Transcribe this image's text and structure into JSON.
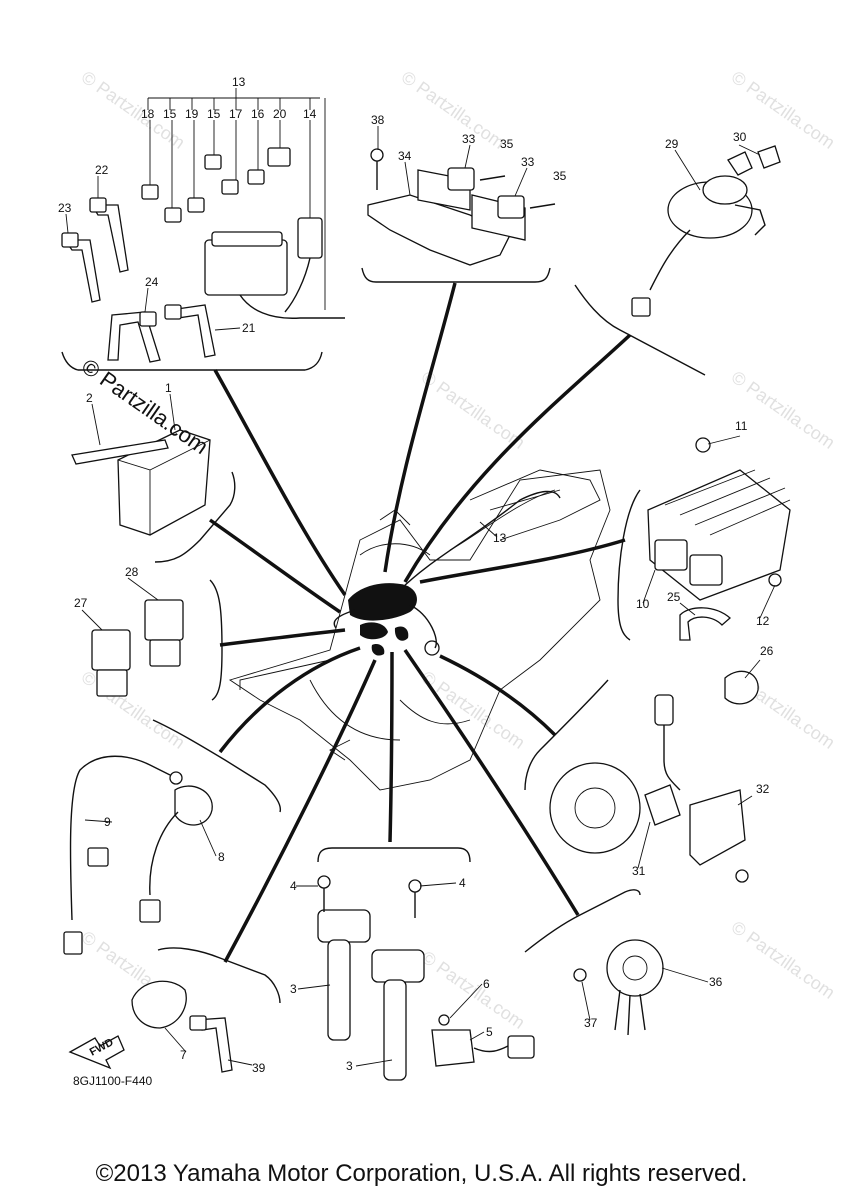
{
  "watermark": {
    "main": "© Partzilla.com",
    "repeat": "© Partzilla.com"
  },
  "diagram_code": "8GJ1100-F440",
  "fwd_label": "FWD",
  "copyright": "©2013 Yamaha Motor Corporation, U.S.A. All rights reserved.",
  "callouts": {
    "c1": "1",
    "c2": "2",
    "c3a": "3",
    "c3b": "3",
    "c4a": "4",
    "c4b": "4",
    "c5": "5",
    "c6": "6",
    "c7": "7",
    "c8": "8",
    "c9": "9",
    "c10": "10",
    "c11": "11",
    "c12": "12",
    "c13top": "13",
    "c13mid": "13",
    "c14": "14",
    "c15a": "15",
    "c15b": "15",
    "c16": "16",
    "c17": "17",
    "c18": "18",
    "c19": "19",
    "c20": "20",
    "c21": "21",
    "c22": "22",
    "c23": "23",
    "c24": "24",
    "c25": "25",
    "c26": "26",
    "c27": "27",
    "c28": "28",
    "c29": "29",
    "c30": "30",
    "c31": "31",
    "c32": "32",
    "c33a": "33",
    "c33b": "33",
    "c34": "34",
    "c35a": "35",
    "c35b": "35",
    "c36": "36",
    "c37": "37",
    "c38": "38",
    "c39": "39"
  }
}
